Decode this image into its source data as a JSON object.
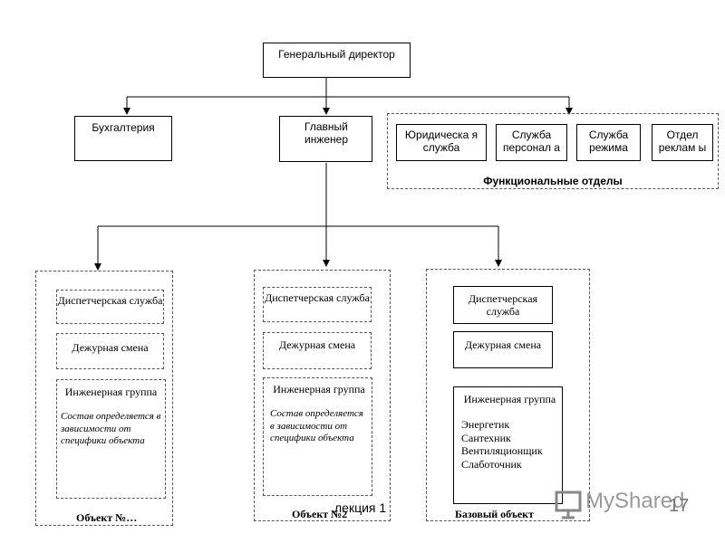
{
  "top": {
    "ceo": "Генеральный директор"
  },
  "level2": {
    "accounting": "Бухгалтерия",
    "chief_engineer": "Главный инженер"
  },
  "functional": {
    "label": "Функциональные отделы",
    "items": [
      "Юридическа я служба",
      "Служба персонал а",
      "Служба режима",
      "Отдел реклам ы"
    ]
  },
  "objects": [
    {
      "title": "Объект №…",
      "dispatch": "Диспетчерская служба",
      "shift": "Дежурная смена",
      "eng_group": "Инженерная группа",
      "note": "Состав определяется в зависимости от специфики объекта"
    },
    {
      "title": "Объект №2",
      "dispatch": "Диспетчерская служба",
      "shift": "Дежурная смена",
      "eng_group": "Инженерная группа",
      "note": "Состав определяется в зависимости от специфики объекта"
    },
    {
      "title": "Базовый объект",
      "dispatch": "Диспетчерская служба",
      "shift": "Дежурная смена",
      "eng_group": "Инженерная группа",
      "staff": [
        "Энергетик",
        "Сантехник",
        "Вентиляционщик",
        "Слаботочник"
      ]
    }
  ],
  "footer": {
    "lecture": "лекция 1",
    "page": "17",
    "logo_text": "MyShared"
  }
}
